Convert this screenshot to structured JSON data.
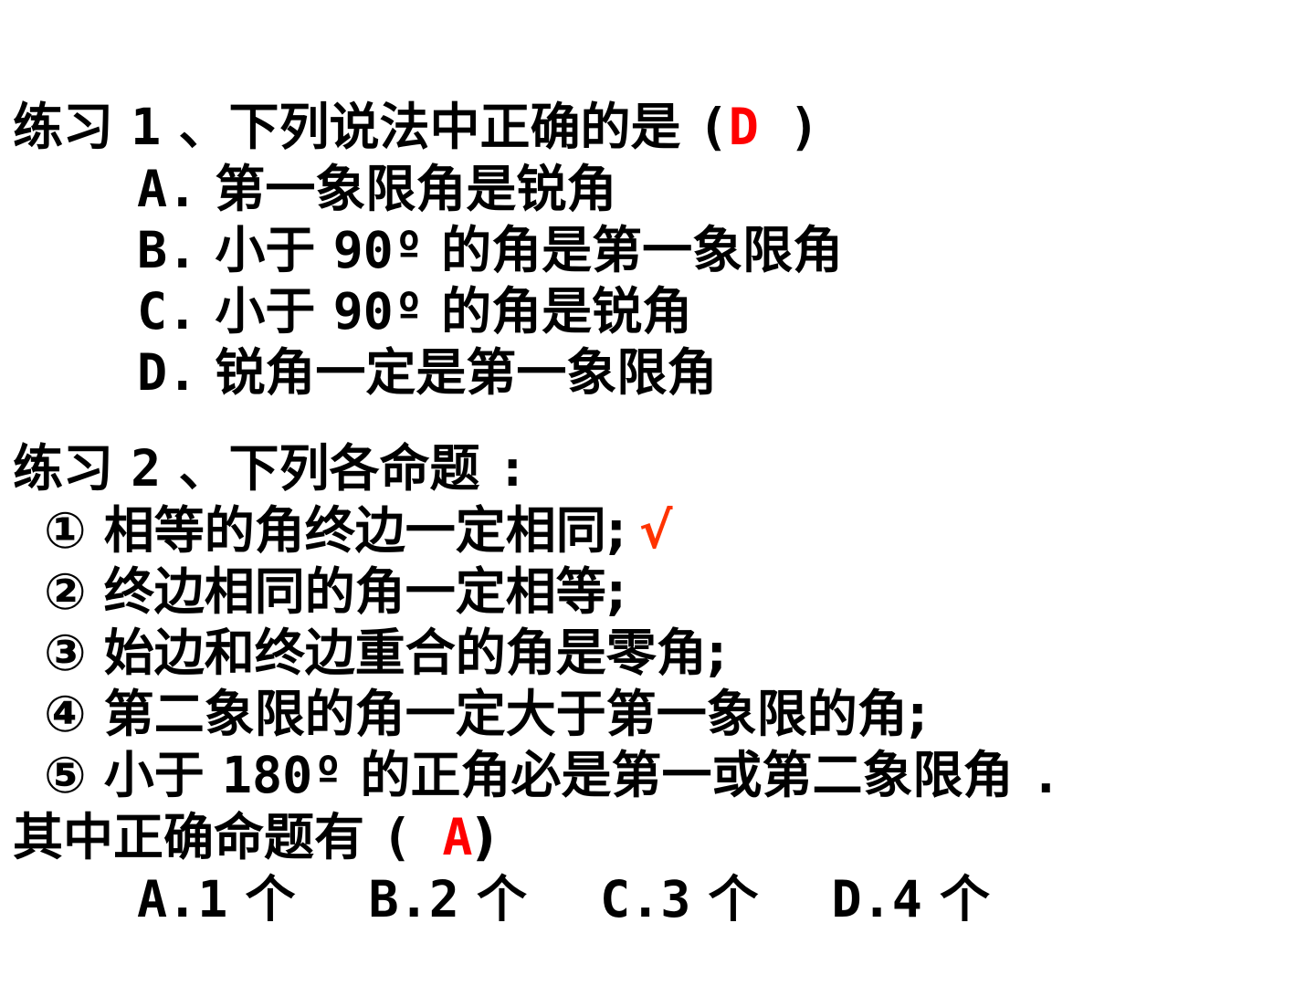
{
  "q1": {
    "label": "练习",
    "number": "1",
    "sep": "、",
    "stem": "下列说法中正确的是",
    "open": "(",
    "answer": "D",
    "close": " )",
    "options": [
      {
        "letter": "A.",
        "text": "第一象限角是锐角"
      },
      {
        "letter": "B.",
        "pre": "小于",
        "num": "90º",
        "post": "的角是第一象限角"
      },
      {
        "letter": "C.",
        "pre": "小于",
        "num": "90º",
        "post": "的角是锐角"
      },
      {
        "letter": "D.",
        "text": "锐角一定是第一象限角"
      }
    ]
  },
  "q2": {
    "label": "练习",
    "number": "2",
    "sep": "、",
    "stem": "下列各命题",
    "colon": ":",
    "statements": [
      {
        "mark": "①",
        "text": "相等的角终边一定相同;",
        "check": "√"
      },
      {
        "mark": "②",
        "text": "终边相同的角一定相等;"
      },
      {
        "mark": "③",
        "text": "始边和终边重合的角是零角;"
      },
      {
        "mark": "④",
        "text": "第二象限的角一定大于第一象限的角;"
      },
      {
        "mark": "⑤",
        "pre": "小于",
        "num": "180º",
        "post": "的正角必是第一或第二象限角",
        "end": "."
      }
    ],
    "conclusion": "其中正确命题有",
    "open": "( ",
    "answer": "A",
    "close": ")",
    "choices": [
      {
        "letter": "A.1",
        "unit": "个"
      },
      {
        "letter": "B.2",
        "unit": "个"
      },
      {
        "letter": "C.3",
        "unit": "个"
      },
      {
        "letter": "D.4",
        "unit": "个"
      }
    ]
  },
  "colors": {
    "answer": "#ff0000",
    "check": "#ff3300"
  }
}
